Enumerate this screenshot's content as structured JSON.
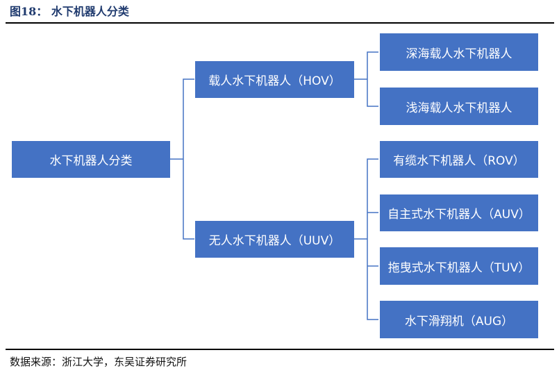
{
  "figure_title": "图18：  水下机器人分类",
  "source": "数据来源：浙江大学，东吴证券研究所",
  "tree": {
    "root": "水下机器人分类",
    "branches": [
      {
        "label": "载人水下机器人（HOV）",
        "children": [
          "深海载人水下机器人",
          "浅海载人水下机器人"
        ]
      },
      {
        "label": "无人水下机器人（UUV）",
        "children": [
          "有缆水下机器人（ROV）",
          "自主式水下机器人（AUV）",
          "拖曳式水下机器人（TUV）",
          "水下滑翔机（AUG）"
        ]
      }
    ]
  },
  "colors": {
    "box_fill": "#4472c4",
    "box_text": "#ffffff",
    "connector": "#4472c4"
  }
}
